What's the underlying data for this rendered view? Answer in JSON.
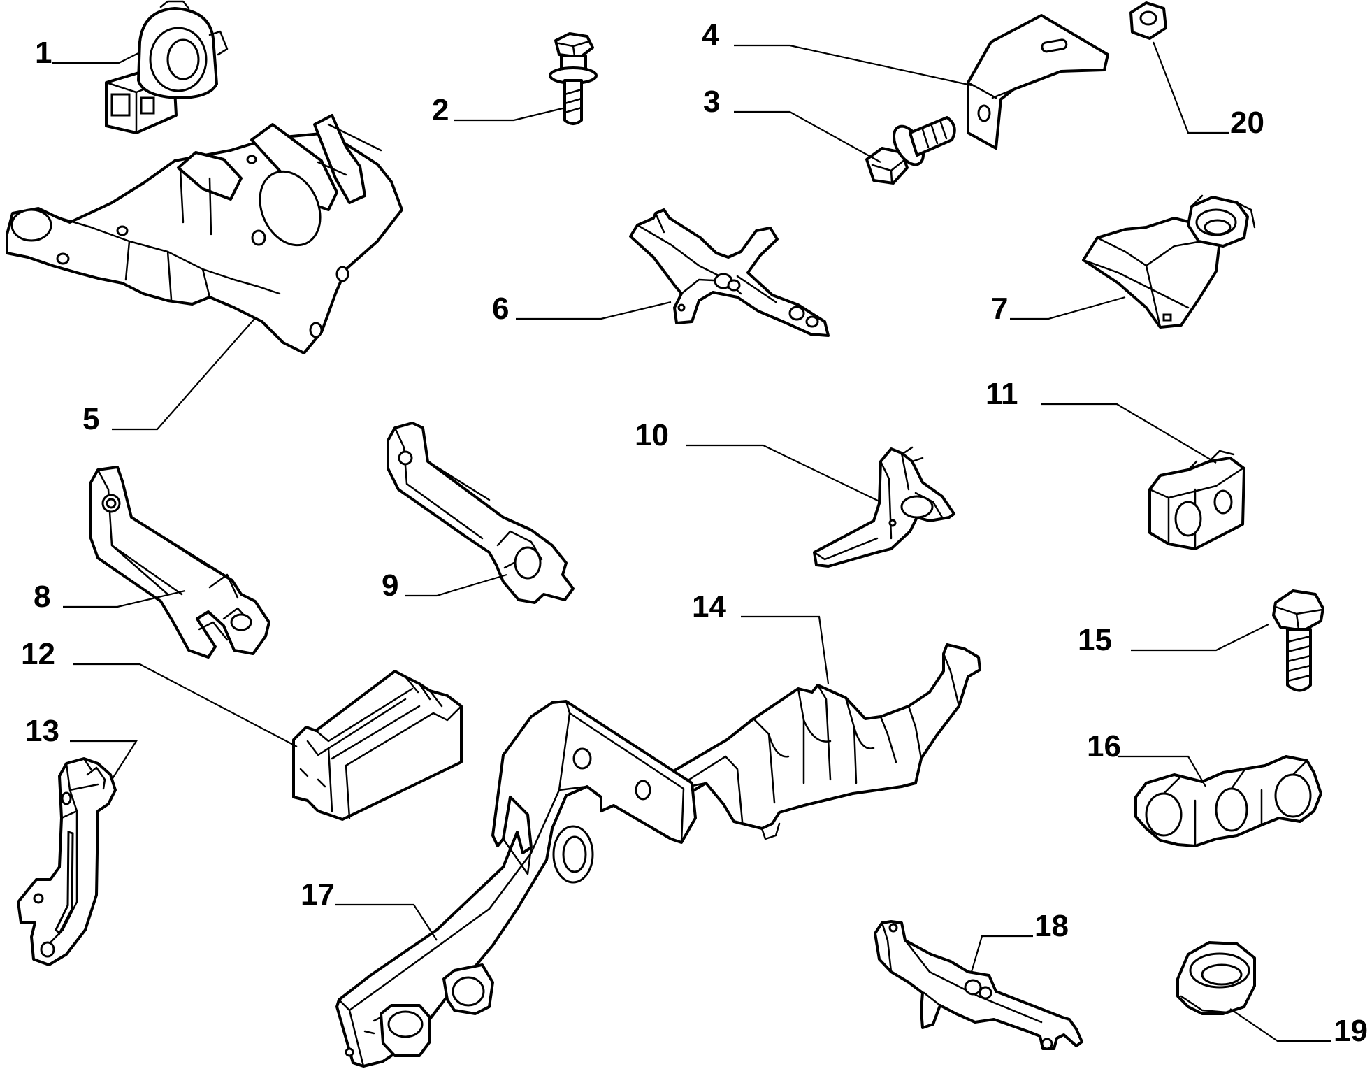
{
  "diagram": {
    "background": "#ffffff",
    "ink": "#000000",
    "parts": [
      {
        "id": "p1",
        "label": "1"
      },
      {
        "id": "p2",
        "label": "2"
      },
      {
        "id": "p3",
        "label": "3"
      },
      {
        "id": "p4",
        "label": "4"
      },
      {
        "id": "p5",
        "label": "5"
      },
      {
        "id": "p6",
        "label": "6"
      },
      {
        "id": "p7",
        "label": "7"
      },
      {
        "id": "p8",
        "label": "8"
      },
      {
        "id": "p9",
        "label": "9"
      },
      {
        "id": "p10",
        "label": "10"
      },
      {
        "id": "p11",
        "label": "11"
      },
      {
        "id": "p12",
        "label": "12"
      },
      {
        "id": "p13",
        "label": "13"
      },
      {
        "id": "p14",
        "label": "14"
      },
      {
        "id": "p15",
        "label": "15"
      },
      {
        "id": "p16",
        "label": "16"
      },
      {
        "id": "p17",
        "label": "17"
      },
      {
        "id": "p18",
        "label": "18"
      },
      {
        "id": "p19",
        "label": "19"
      },
      {
        "id": "p20",
        "label": "20"
      }
    ]
  }
}
